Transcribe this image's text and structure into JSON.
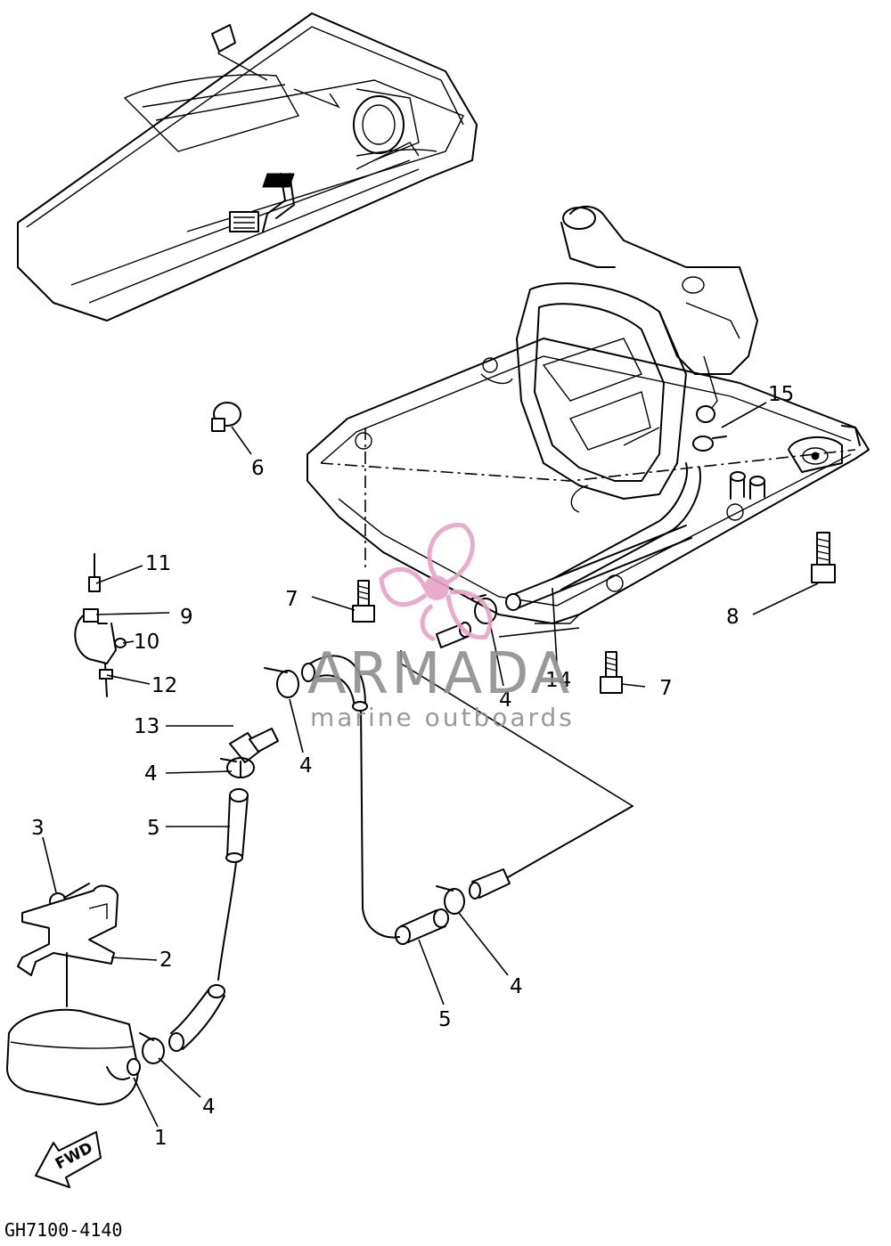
{
  "diagram": {
    "drawing_code": "GH7100-4140",
    "fwd_label": "FWD",
    "callouts": {
      "c1": "1",
      "c2": "2",
      "c3": "3",
      "c4a": "4",
      "c4b": "4",
      "c4c": "4",
      "c4d": "4",
      "c4e": "4",
      "c5a": "5",
      "c5b": "5",
      "c6": "6",
      "c7a": "7",
      "c7b": "7",
      "c8": "8",
      "c9": "9",
      "c10": "10",
      "c11": "11",
      "c12": "12",
      "c13": "13",
      "c14": "14",
      "c15": "15"
    }
  },
  "watermark": {
    "brand": "ARMADA",
    "tagline": "marine outboards",
    "logo_color": "#e8a3c6",
    "text_color": "#8f8f8f"
  }
}
